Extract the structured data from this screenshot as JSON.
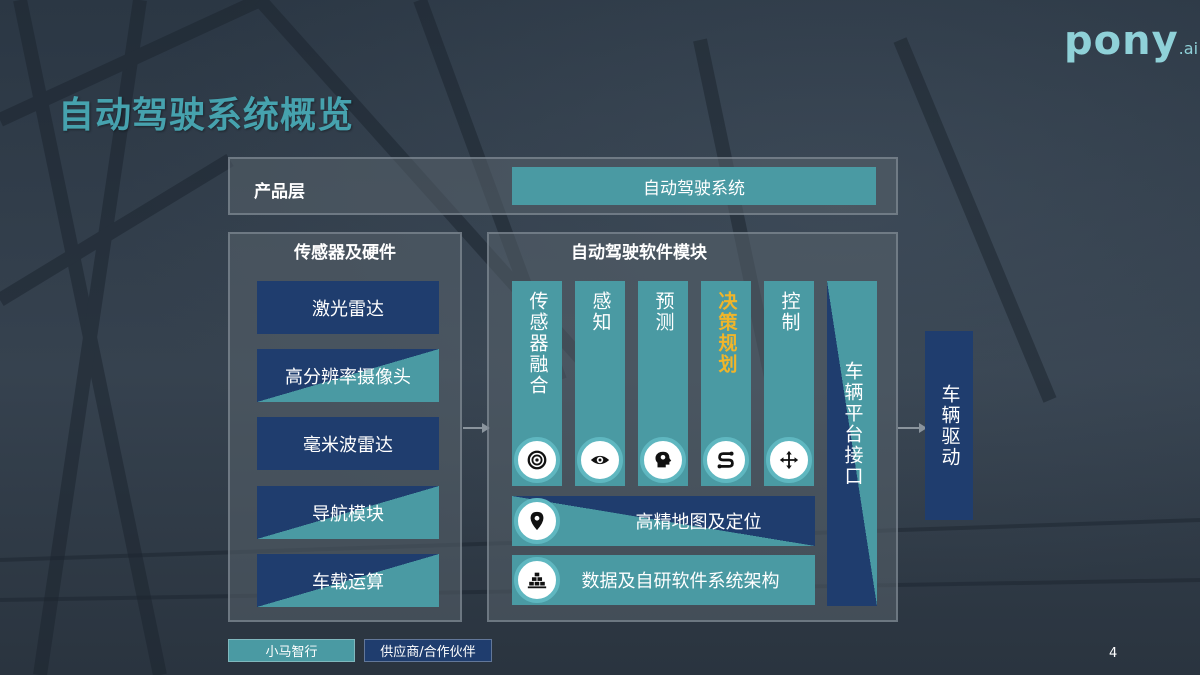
{
  "header": {
    "title": "自动驾驶系统概览",
    "logo_text": "pony",
    "logo_suffix": ".ai"
  },
  "product_layer": {
    "label": "产品层",
    "product": "自动驾驶系统"
  },
  "hardware": {
    "title": "传感器及硬件",
    "items": [
      "激光雷达",
      "高分辨率摄像头",
      "毫米波雷达",
      "导航模块",
      "车载运算"
    ]
  },
  "software": {
    "title": "自动驾驶软件模块",
    "columns": [
      {
        "label": "传感器融合",
        "icon": "sensor-fusion-icon"
      },
      {
        "label": "感知",
        "icon": "eye-icon"
      },
      {
        "label": "预测",
        "icon": "head-icon"
      },
      {
        "label": "决策规划",
        "icon": "route-icon"
      },
      {
        "label": "控制",
        "icon": "move-arrows-icon"
      }
    ],
    "platform_interface": "车辆平台接口",
    "hd_map": {
      "label": "高精地图及定位",
      "icon": "map-pin-icon"
    },
    "architecture": {
      "label": "数据及自研软件系统架构",
      "icon": "stack-icon"
    }
  },
  "vehicle_drive": "车辆驱动",
  "legend": {
    "pony": "小马智行",
    "partner": "供应商/合作伙伴"
  },
  "colors": {
    "teal": "#4a9aa3",
    "navy": "#1f3d6e",
    "highlight": "#f0b52a",
    "title": "#46a2ae"
  },
  "page_number": "4"
}
